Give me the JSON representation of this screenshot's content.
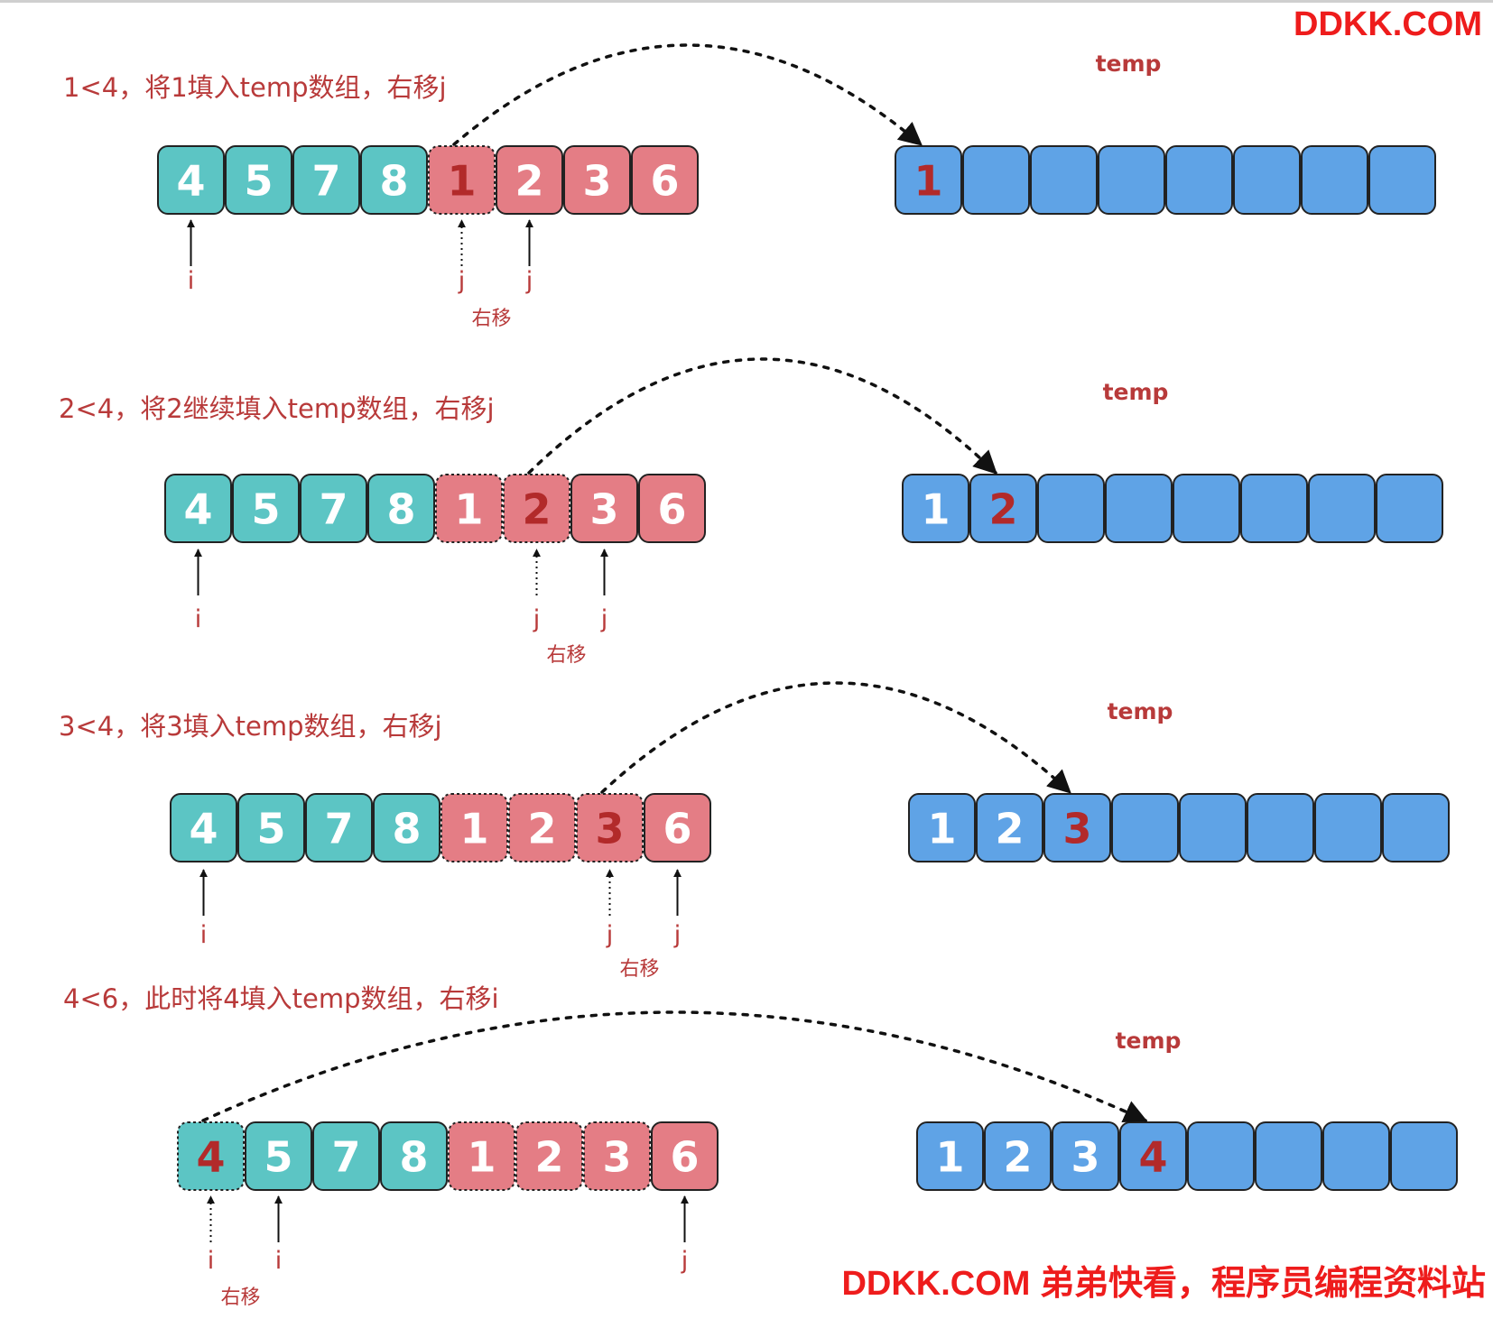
{
  "watermark_top": "DDKK.COM",
  "watermark_bottom": "DDKK.COM 弟弟快看，程序员编程资料站",
  "colors": {
    "caption": "#b83a3a",
    "left_fill": "#5cc5c4",
    "right_fill": "#e47d85",
    "temp_fill": "#5fa3e6",
    "highlight_digit": "#b22a2a",
    "white_digit": "#ffffff",
    "outline": "#222222"
  },
  "steps": [
    {
      "caption": "1<4，将1填入temp数组，右移j",
      "array": [
        "4",
        "5",
        "7",
        "8",
        "1",
        "2",
        "3",
        "6"
      ],
      "highlight": 4,
      "dashed_cells": [
        4
      ],
      "temp_label": "temp",
      "temp": [
        "1",
        "",
        "",
        "",
        "",
        "",
        "",
        ""
      ],
      "temp_highlight": 0,
      "pointers": [
        {
          "label": "i",
          "index": 0,
          "dotted": false
        },
        {
          "label": "j",
          "index": 4,
          "dotted": true
        },
        {
          "label": "j",
          "index": 5,
          "dotted": false
        }
      ],
      "move_label": "右移"
    },
    {
      "caption": "2<4，将2继续填入temp数组，右移j",
      "array": [
        "4",
        "5",
        "7",
        "8",
        "1",
        "2",
        "3",
        "6"
      ],
      "highlight": 5,
      "dashed_cells": [
        4,
        5
      ],
      "temp_label": "temp",
      "temp": [
        "1",
        "2",
        "",
        "",
        "",
        "",
        "",
        ""
      ],
      "temp_highlight": 1,
      "pointers": [
        {
          "label": "i",
          "index": 0,
          "dotted": false
        },
        {
          "label": "j",
          "index": 5,
          "dotted": true
        },
        {
          "label": "j",
          "index": 6,
          "dotted": false
        }
      ],
      "move_label": "右移"
    },
    {
      "caption": "3<4，将3填入temp数组，右移j",
      "array": [
        "4",
        "5",
        "7",
        "8",
        "1",
        "2",
        "3",
        "6"
      ],
      "highlight": 6,
      "dashed_cells": [
        4,
        5,
        6
      ],
      "temp_label": "temp",
      "temp": [
        "1",
        "2",
        "3",
        "",
        "",
        "",
        "",
        ""
      ],
      "temp_highlight": 2,
      "pointers": [
        {
          "label": "i",
          "index": 0,
          "dotted": false
        },
        {
          "label": "j",
          "index": 6,
          "dotted": true
        },
        {
          "label": "j",
          "index": 7,
          "dotted": false
        }
      ],
      "move_label": "右移"
    },
    {
      "caption": "4<6，此时将4填入temp数组，右移i",
      "array": [
        "4",
        "5",
        "7",
        "8",
        "1",
        "2",
        "3",
        "6"
      ],
      "highlight": 0,
      "dashed_cells": [
        0,
        4,
        5,
        6
      ],
      "temp_label": "temp",
      "temp": [
        "1",
        "2",
        "3",
        "4",
        "",
        "",
        "",
        ""
      ],
      "temp_highlight": 3,
      "pointers": [
        {
          "label": "i",
          "index": 0,
          "dotted": true
        },
        {
          "label": "i",
          "index": 1,
          "dotted": false
        },
        {
          "label": "j",
          "index": 7,
          "dotted": false
        }
      ],
      "move_label": "右移"
    }
  ]
}
